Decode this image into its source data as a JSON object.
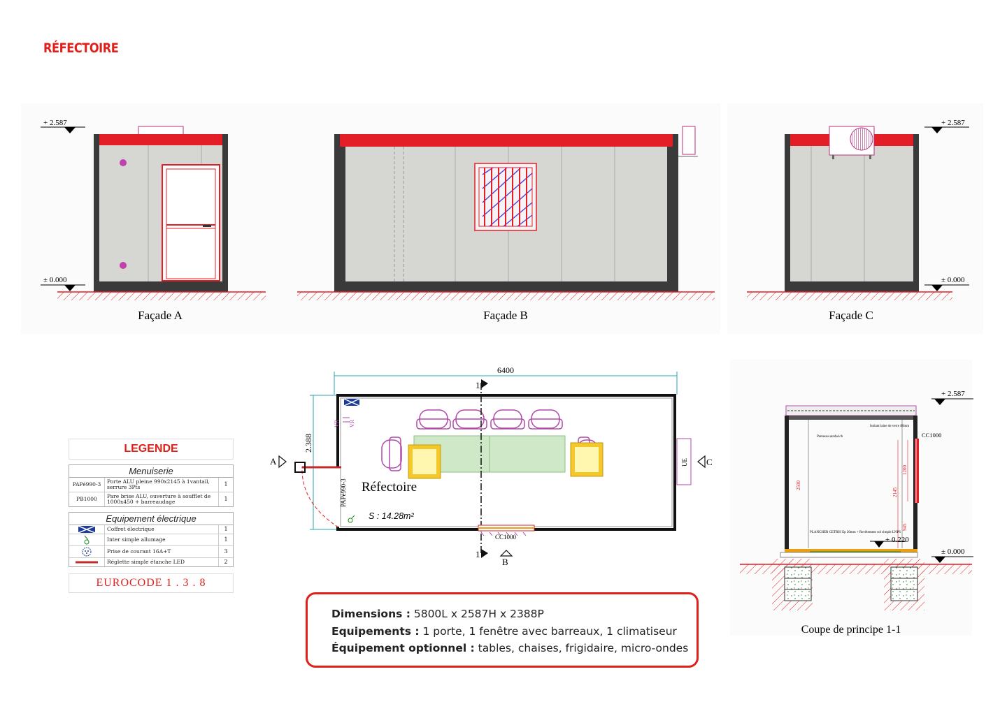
{
  "title": "RÉFECTOIRE",
  "elevations": {
    "top_level": "+ 2.587",
    "ground_level": "± 0.000",
    "facade_a": "Façade A",
    "facade_b": "Façade B",
    "facade_c": "Façade C"
  },
  "plan": {
    "length_dim": "6400",
    "width_dim": "2.388",
    "room_name": "Réfectoire",
    "area": "S : 14.28m²",
    "door_ref": "PAPé990-3",
    "window_ref": "CC1000",
    "vr_label": "VR",
    "ue_label": "UE",
    "section_mark": "1",
    "view_a": "A",
    "view_b": "B",
    "view_c": "C"
  },
  "section": {
    "title": "Coupe de principe 1-1",
    "top_level": "+ 2.587",
    "ground_level": "± 0.000",
    "floor_level": "+ 0.220",
    "window_ref": "CC1000",
    "note_panel": "Panneau sandwich",
    "note_ceiling": "Isolant laine de verre 80mm",
    "note_floor": "PLANCHER CETRIS Ep 20mm + Revêtement sol simple LNPS",
    "dim_height": "2500",
    "dim_window": "1200",
    "dim_2145": "2145",
    "dim_945": "945"
  },
  "legend": {
    "title": "LEGENDE",
    "menuiserie_title": "Menuiserie",
    "menuiserie_rows": [
      {
        "ref": "PAPé990-3",
        "desc": "Porte ALU pleine 990x2145 à 1vantail, serrure 3Pts",
        "qty": "1"
      },
      {
        "ref": "PB1000",
        "desc": "Pare brise ALU, ouverture à soufflet de 1000x450 + barreaudage",
        "qty": "1"
      }
    ],
    "electrique_title": "Equipement électrique",
    "electrique_rows": [
      {
        "icon": "coffret-electrique-icon",
        "desc": "Coffret électrique",
        "qty": "1"
      },
      {
        "icon": "inter-simple-icon",
        "desc": "Inter simple allumage",
        "qty": "1"
      },
      {
        "icon": "prise-courant-icon",
        "desc": "Prise de courant 16A+T",
        "qty": "3"
      },
      {
        "icon": "reglette-led-icon",
        "desc": "Réglette simple étanche LED",
        "qty": "2"
      }
    ],
    "eurocode": "EUROCODE 1 . 3 . 8"
  },
  "info": {
    "dimensions_label": "Dimensions :",
    "dimensions_value": " 5800L x 2587H x 2388P",
    "equipements_label": "Equipements :",
    "equipements_value": " 1 porte, 1 fenêtre avec barreaux, 1 climatiseur",
    "optionnel_label": "Équipement optionnel :",
    "optionnel_value": " tables, chaises, frigidaire, micro-ondes"
  },
  "colors": {
    "accent": "#e0201b",
    "wall": "#d6d6d2",
    "frame": "#3a3a3a",
    "table": "#cfe9c8",
    "chair": "#b04aa8",
    "fridge": "#f3c82a"
  }
}
